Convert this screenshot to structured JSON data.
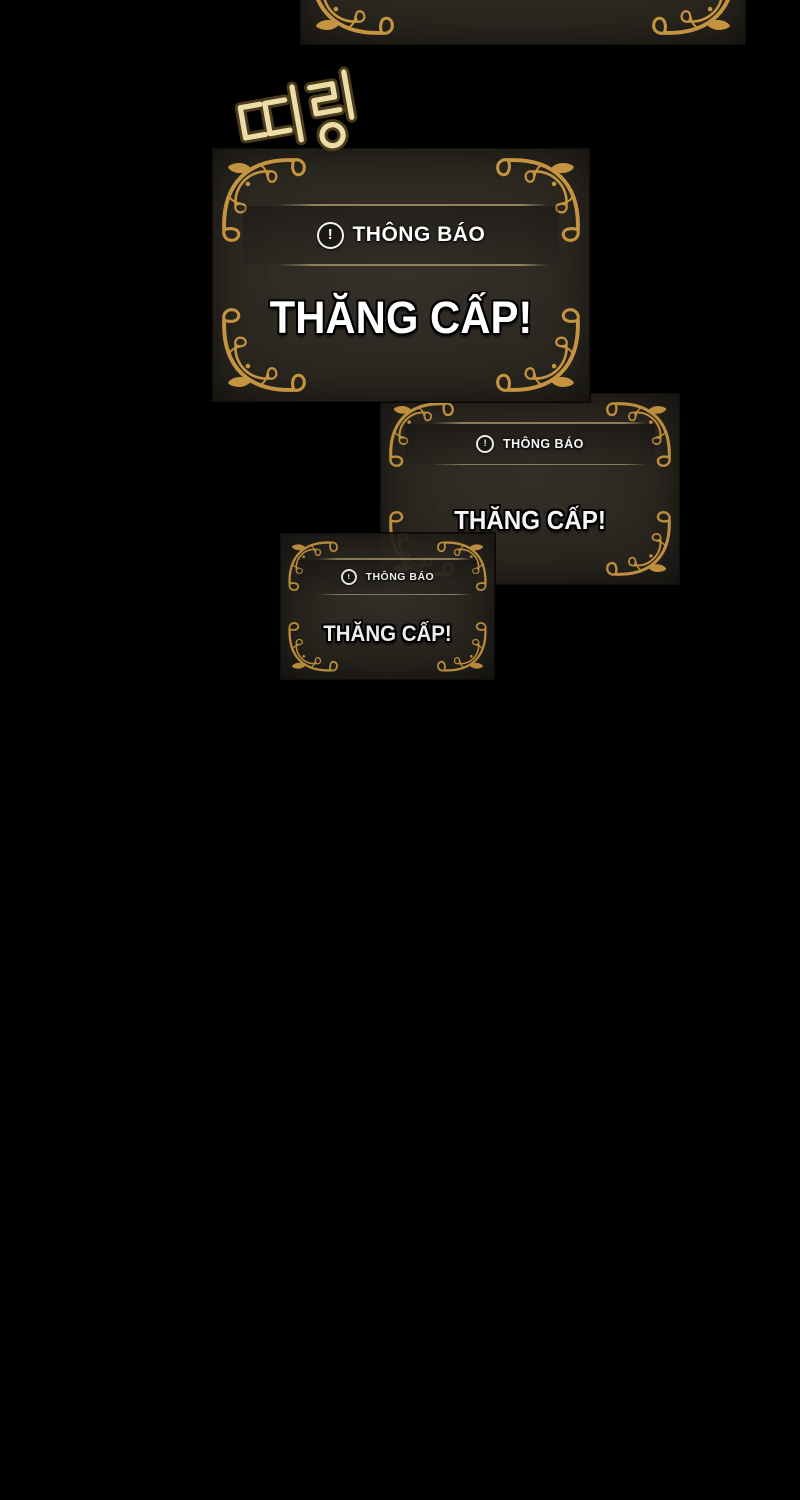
{
  "sfx": {
    "text": "띠링"
  },
  "windows": {
    "icon_glyph": "!",
    "items": [
      {
        "header": "THÔNG BÁO",
        "title": "THĂNG CẤP!"
      },
      {
        "header": "THÔNG BÁO",
        "title": "THĂNG CẤP!"
      },
      {
        "header": "THÔNG BÁO",
        "title": "THĂNG CẤP!"
      }
    ]
  },
  "colors": {
    "background": "#000000",
    "gold_ornament": "#c59440",
    "panel_background": "#2c2821",
    "text": "#ffffff"
  }
}
